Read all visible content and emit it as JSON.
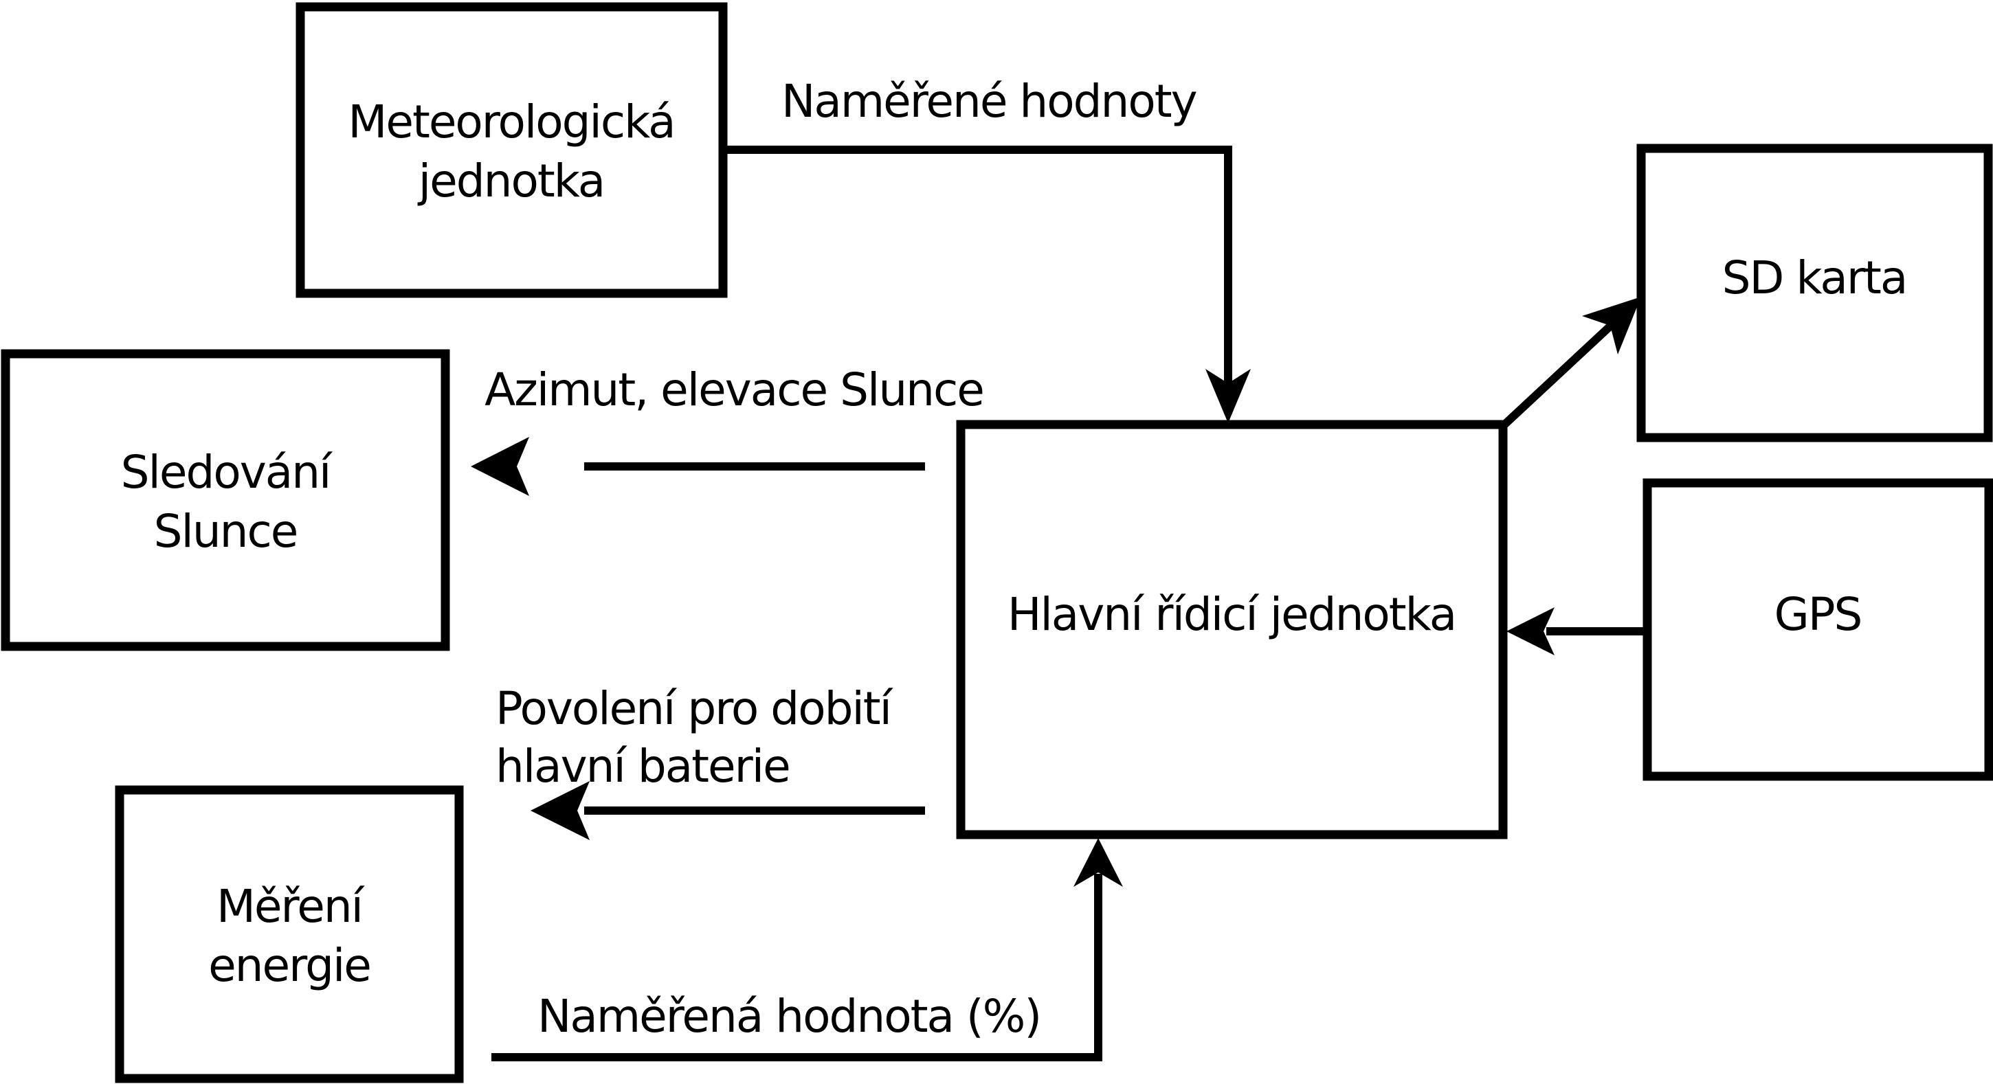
{
  "diagram": {
    "type": "flowchart-block-diagram",
    "language": "cs",
    "colors": {
      "background": "#ffffff",
      "line": "#000000",
      "text": "#000000",
      "box_fill": "#ffffff"
    },
    "boxes": {
      "meteo_unit": {
        "line1": "Meteorologická",
        "line2": "jednotka"
      },
      "sun_tracking": {
        "line1": "Sledování",
        "line2": "Slunce"
      },
      "energy_measurement": {
        "line1": "Měření",
        "line2": "energie"
      },
      "main_control_unit": {
        "label": "Hlavní řídicí jednotka"
      },
      "sd_card": {
        "label": "SD karta"
      },
      "gps": {
        "label": "GPS"
      }
    },
    "edges": {
      "measured_values": {
        "label": "Naměřené hodnoty",
        "from": "meteo_unit",
        "to": "main_control_unit"
      },
      "sun_azimuth": {
        "label": "Azimut, elevace Slunce",
        "from": "main_control_unit",
        "to": "sun_tracking"
      },
      "charge_permission": {
        "line1": "Povolení pro dobití",
        "line2": "hlavní baterie",
        "from": "main_control_unit",
        "to": "energy_measurement"
      },
      "measured_percent": {
        "label": "Naměřená hodnota (%)",
        "from": "energy_measurement",
        "to": "main_control_unit"
      },
      "sd_write": {
        "label": "",
        "from": "main_control_unit",
        "to": "sd_card"
      },
      "gps_data": {
        "label": "",
        "from": "gps",
        "to": "main_control_unit"
      }
    }
  }
}
